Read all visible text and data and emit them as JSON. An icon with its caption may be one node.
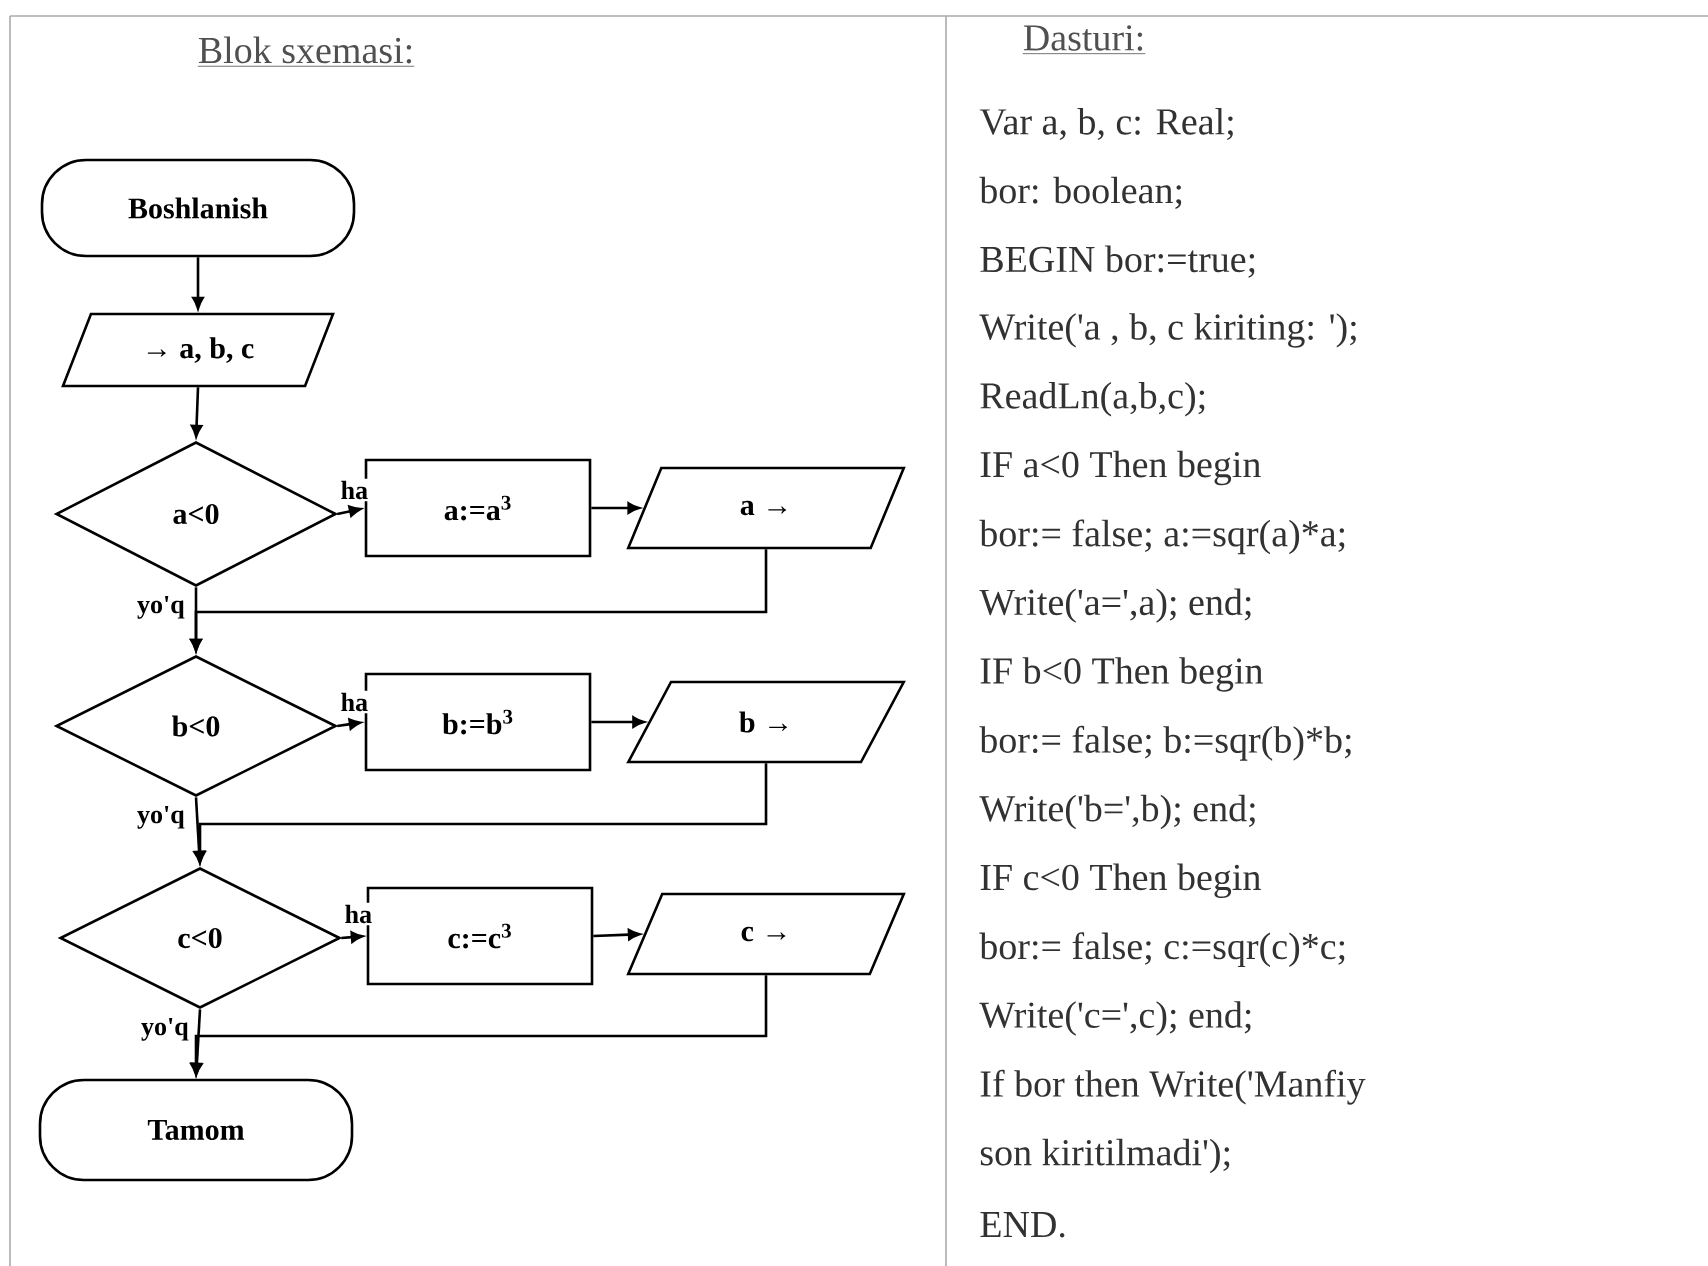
{
  "diagram": {
    "nodes": [
      {
        "text": [
          "Boshlanish"
        ]
      },
      {
        "text": [
          "→ a, b, c"
        ]
      },
      {
        "text": [
          "a<0"
        ]
      },
      {
        "text": [
          "a:=a$^{3}$"
        ]
      },
      {
        "text": [
          "a →"
        ]
      },
      {
        "text": [
          "b<0"
        ]
      },
      {
        "text": [
          "b:=b$^{3}$"
        ]
      },
      {
        "text": [
          "b →"
        ]
      },
      {
        "text": [
          "c<0"
        ]
      },
      {
        "text": [
          "c:=c$^{3}$"
        ]
      },
      {
        "text": [
          "c →"
        ]
      },
      {
        "text": [
          "Tamom"
        ]
      }
    ],
    "edges": [
      {
        "from": 0,
        "to": 1,
        "arrow": "to"
      },
      {
        "from": 1,
        "to": 2,
        "arrow": "to"
      },
      {
        "from": 2,
        "to": 3,
        "arrow": "to",
        "label": "ha"
      },
      {
        "from": 3,
        "to": 4,
        "arrow": "to"
      },
      {
        "from": 2,
        "to": 5,
        "arrow": "to",
        "label": "yo'q"
      },
      {
        "from": 4,
        "to": 5,
        "arrow": "to"
      },
      {
        "from": 5,
        "to": 6,
        "arrow": "to",
        "label": "ha"
      },
      {
        "from": 6,
        "to": 7,
        "arrow": "to"
      },
      {
        "from": 5,
        "to": 8,
        "arrow": "to",
        "label": "yo'q"
      },
      {
        "from": 7,
        "to": 8,
        "arrow": "to"
      },
      {
        "from": 8,
        "to": 9,
        "arrow": "to",
        "label": "ha"
      },
      {
        "from": 9,
        "to": 10,
        "arrow": "to"
      },
      {
        "from": 8,
        "to": 11,
        "arrow": "to",
        "label": "yo'q"
      },
      {
        "from": 10,
        "to": 11,
        "arrow": "to"
      }
    ],
    "labels": [
      "Blok sxemasi:",
      "Dasturi:",
      "Var a, b, c: Real;",
      "bor: boolean;",
      "BEGIN bor:=true;",
      "Write('a , b, c kiriting: ');",
      "ReadLn(a,b,c);",
      "IF a<0 Then begin",
      "bor:= false; a:=sqr(a)*a;",
      "Write('a=',a); end;",
      "IF b<0 Then begin",
      "bor:= false; b:=sqr(b)*b;",
      "Write('b=',b); end;",
      "IF c<0 Then begin",
      "bor:= false; c:=sqr(c)*c;",
      "Write('c=',c); end;",
      "If bor then Write('Manfiy",
      "son kiritilmadi');",
      "END."
    ]
  }
}
